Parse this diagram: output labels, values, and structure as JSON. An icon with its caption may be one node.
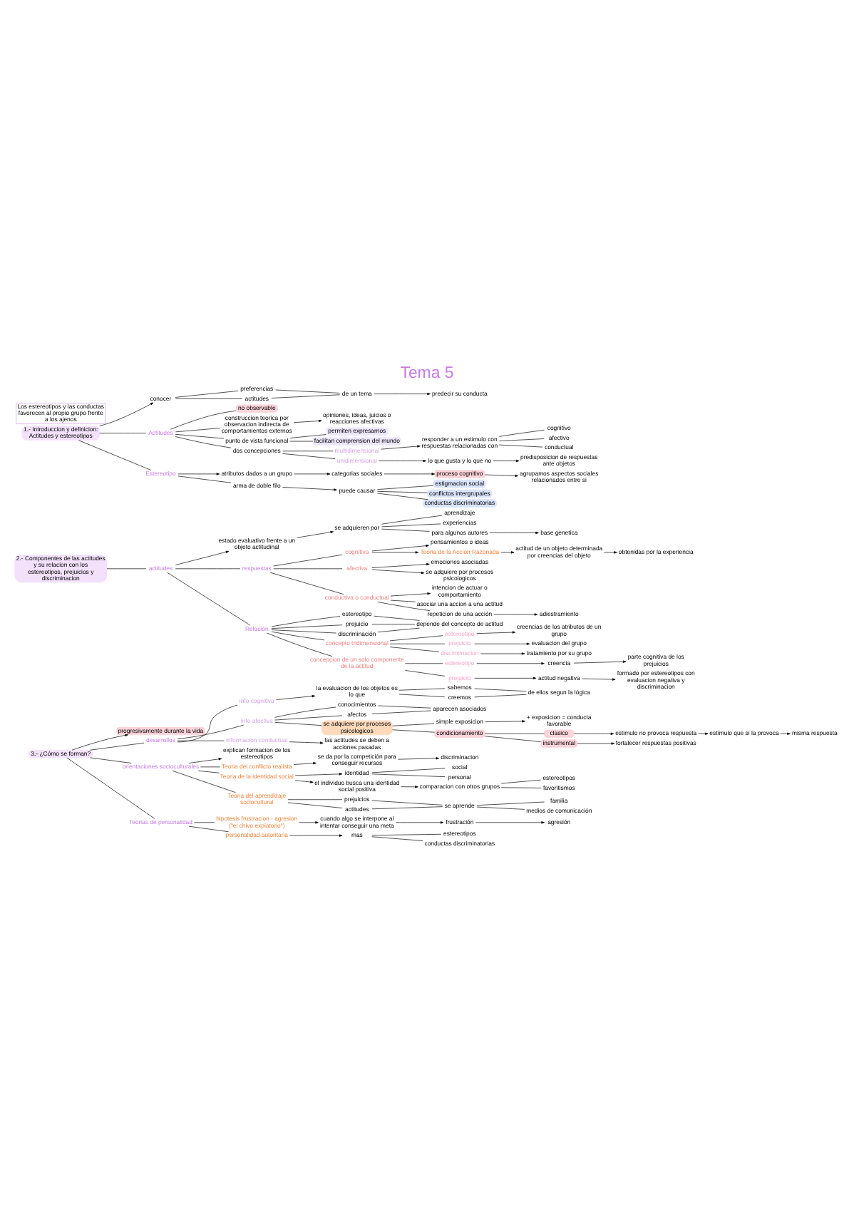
{
  "diagram": {
    "title": "Tema 5",
    "nodes": [
      {
        "text": [
          "1.- Introduccion y definicion: Actitudes y estereotipos"
        ]
      },
      {
        "text": [
          "conocer"
        ]
      },
      {
        "text": [
          "preferencias"
        ]
      },
      {
        "text": [
          "actitudes"
        ]
      },
      {
        "text": [
          "de un tema"
        ]
      },
      {
        "text": [
          "predecir su conducta"
        ]
      },
      {
        "text": [
          "Actitudes"
        ]
      },
      {
        "text": [
          "no observable"
        ]
      },
      {
        "text": [
          "construccion teorica por observacion indirecta de comportamientos externos"
        ]
      },
      {
        "text": [
          "opiniones, ideas, juicios o reacciones afectivas"
        ]
      },
      {
        "text": [
          "punto de vista funcional"
        ]
      },
      {
        "text": [
          "permiten expresarnos"
        ]
      },
      {
        "text": [
          "facilitan comprension del mundo"
        ]
      },
      {
        "text": [
          "dos concepciones"
        ]
      },
      {
        "text": [
          "multidimensional"
        ]
      },
      {
        "text": [
          "responder a un estimulo con respuestas relacionadas con"
        ]
      },
      {
        "text": [
          "cognitivo"
        ]
      },
      {
        "text": [
          "afectivo"
        ]
      },
      {
        "text": [
          "conductual"
        ]
      },
      {
        "text": [
          "unidimensional"
        ]
      },
      {
        "text": [
          "lo que gusta y lo que no"
        ]
      },
      {
        "text": [
          "predisposicion de respuestas ante objetos"
        ]
      },
      {
        "text": [
          "Estereotipo"
        ]
      },
      {
        "text": [
          "atributos dados a un grupo"
        ]
      },
      {
        "text": [
          "categorias sociales"
        ]
      },
      {
        "text": [
          "proceso cognitivo"
        ]
      },
      {
        "text": [
          "agrupamos aspectos sociales relacionados entre si"
        ]
      },
      {
        "text": [
          "arma de doble filo"
        ]
      },
      {
        "text": [
          "puede causar"
        ]
      },
      {
        "text": [
          "estigmacion social"
        ]
      },
      {
        "text": [
          "conflictos intergrupales"
        ]
      },
      {
        "text": [
          "conductas discriminatorias"
        ]
      },
      {
        "text": [
          "Los estereotipos y las conductas favorecen al propio grupo frente a los ajenos"
        ]
      },
      {
        "text": [
          "2.- Componentes de las actitudes y su relacion con los estereotipos, prejuicios y discriminacion"
        ]
      },
      {
        "text": [
          "actitudes"
        ]
      },
      {
        "text": [
          "estado evaluativo frente a un objeto actitudinal"
        ]
      },
      {
        "text": [
          "se adquieren por"
        ]
      },
      {
        "text": [
          "aprendizaje"
        ]
      },
      {
        "text": [
          "experiencias"
        ]
      },
      {
        "text": [
          "para algunos autores"
        ]
      },
      {
        "text": [
          "base genetica"
        ]
      },
      {
        "text": [
          "respuestas"
        ]
      },
      {
        "text": [
          "cognitiva"
        ]
      },
      {
        "text": [
          "pensamientos o ideas"
        ]
      },
      {
        "text": [
          "Teoria de la Accion Razonada"
        ]
      },
      {
        "text": [
          "actitud de un objeto determinada por creencias del objeto"
        ]
      },
      {
        "text": [
          "obtenidas por la experiencia"
        ]
      },
      {
        "text": [
          "afectiva"
        ]
      },
      {
        "text": [
          "emociones asociadas"
        ]
      },
      {
        "text": [
          "se adquiere por procesos psicologicos"
        ]
      },
      {
        "text": [
          "conductiva o conductual"
        ]
      },
      {
        "text": [
          "intencion de actuar o comportamiento"
        ]
      },
      {
        "text": [
          "asociar una accion a una actitud"
        ]
      },
      {
        "text": [
          "repeticion de una acción"
        ]
      },
      {
        "text": [
          "adiestramiento"
        ]
      },
      {
        "text": [
          "Relación"
        ]
      },
      {
        "text": [
          "estereotipo"
        ]
      },
      {
        "text": [
          "prejuicio"
        ]
      },
      {
        "text": [
          "discriminación"
        ]
      },
      {
        "text": [
          "depende del concepto de actitud"
        ]
      },
      {
        "text": [
          "concepto tridimensional"
        ]
      },
      {
        "text": [
          "estereotipo"
        ]
      },
      {
        "text": [
          "creencias de los atributos de un grupo"
        ]
      },
      {
        "text": [
          "prejuicio"
        ]
      },
      {
        "text": [
          "evaluacion del grupo"
        ]
      },
      {
        "text": [
          "discriminacion"
        ]
      },
      {
        "text": [
          "tratamiento por su grupo"
        ]
      },
      {
        "text": [
          "concepcion de un solo componente de la actitud"
        ]
      },
      {
        "text": [
          "estereotipo"
        ]
      },
      {
        "text": [
          "creencia"
        ]
      },
      {
        "text": [
          "parte cognitiva de los prejuicios"
        ]
      },
      {
        "text": [
          "prejuicio"
        ]
      },
      {
        "text": [
          "actitud negativa"
        ]
      },
      {
        "text": [
          "formado por estereotipos con evaluacion negativa y discriminacion"
        ]
      },
      {
        "text": [
          "3.- ¿Cómo se forman?"
        ]
      },
      {
        "text": [
          "progresivamente durante la vida"
        ]
      },
      {
        "text": [
          "desarrollos"
        ]
      },
      {
        "text": [
          "info cognitiva"
        ]
      },
      {
        "text": [
          "la evaluacion de los objetos es lo que"
        ]
      },
      {
        "text": [
          "sabemos"
        ]
      },
      {
        "text": [
          "creemos"
        ]
      },
      {
        "text": [
          "de ellos segun la lógica"
        ]
      },
      {
        "text": [
          "info afectiva"
        ]
      },
      {
        "text": [
          "conocimientos"
        ]
      },
      {
        "text": [
          "afectos"
        ]
      },
      {
        "text": [
          "aparecen asociados"
        ]
      },
      {
        "text": [
          "se adquiere por procesos psicologicos"
        ]
      },
      {
        "text": [
          "simple exposicion"
        ]
      },
      {
        "text": [
          "+ exposicion = conducta favorable"
        ]
      },
      {
        "text": [
          "condicionamiento"
        ]
      },
      {
        "text": [
          "clasico"
        ]
      },
      {
        "text": [
          "estimulo no provoca respuesta"
        ]
      },
      {
        "text": [
          "estímulo que si la provoca"
        ]
      },
      {
        "text": [
          "misma respuesta"
        ]
      },
      {
        "text": [
          "instrumental"
        ]
      },
      {
        "text": [
          "fortalecer respuestas positivas"
        ]
      },
      {
        "text": [
          "informacion conductual"
        ]
      },
      {
        "text": [
          "las actitudes se deben a acciones pasadas"
        ]
      },
      {
        "text": [
          "orientaciones socioculturales"
        ]
      },
      {
        "text": [
          "explican formacion de los estereotipos"
        ]
      },
      {
        "text": [
          "Teoria del conflicto realista"
        ]
      },
      {
        "text": [
          "se da por la competición para conseguir recursos"
        ]
      },
      {
        "text": [
          "discriminacion"
        ]
      },
      {
        "text": [
          "Teoria de la identidad social"
        ]
      },
      {
        "text": [
          "identidad"
        ]
      },
      {
        "text": [
          "social"
        ]
      },
      {
        "text": [
          "personal"
        ]
      },
      {
        "text": [
          "el individuo busca una identidad social positiva"
        ]
      },
      {
        "text": [
          "comparacion con otros grupos"
        ]
      },
      {
        "text": [
          "estereotipos"
        ]
      },
      {
        "text": [
          "favoritismos"
        ]
      },
      {
        "text": [
          "Teoria del aprendizaje sociocultural"
        ]
      },
      {
        "text": [
          "prejuicios"
        ]
      },
      {
        "text": [
          "actitudes"
        ]
      },
      {
        "text": [
          "se aprende"
        ]
      },
      {
        "text": [
          "familia"
        ]
      },
      {
        "text": [
          "medios de comunicación"
        ]
      },
      {
        "text": [
          "Teorias de personalidad"
        ]
      },
      {
        "text": [
          "hipotesis frustracion - agresion"
        ],
        "beside": [
          "(\"el chivo expiatorio\")"
        ]
      },
      {
        "text": [
          "cuando algo se interpone al intentar conseguir una meta"
        ]
      },
      {
        "text": [
          "frustración"
        ]
      },
      {
        "text": [
          "agresión"
        ]
      },
      {
        "text": [
          "personalidad autoritaria"
        ]
      },
      {
        "text": [
          "mas"
        ]
      },
      {
        "text": [
          "estereotipos"
        ]
      },
      {
        "text": [
          "conductas discriminatorias"
        ]
      }
    ],
    "edges": [
      {
        "from": 0,
        "to": 1,
        "arrow": "to"
      },
      {
        "from": 1,
        "to": 2,
        "arrow": "none"
      },
      {
        "from": 1,
        "to": 3,
        "arrow": "none"
      },
      {
        "from": 2,
        "to": 4,
        "arrow": "none"
      },
      {
        "from": 3,
        "to": 4,
        "arrow": "none"
      },
      {
        "from": 4,
        "to": 5,
        "arrow": "to"
      },
      {
        "from": 0,
        "to": 6,
        "arrow": "none"
      },
      {
        "from": 6,
        "to": 7,
        "arrow": "none"
      },
      {
        "from": 6,
        "to": 8,
        "arrow": "none"
      },
      {
        "from": 8,
        "to": 9,
        "arrow": "to"
      },
      {
        "from": 6,
        "to": 10,
        "arrow": "none"
      },
      {
        "from": 10,
        "to": 11,
        "arrow": "none"
      },
      {
        "from": 10,
        "to": 12,
        "arrow": "none"
      },
      {
        "from": 6,
        "to": 13,
        "arrow": "none"
      },
      {
        "from": 13,
        "to": 14,
        "arrow": "none"
      },
      {
        "from": 14,
        "to": 15,
        "arrow": "to"
      },
      {
        "from": 15,
        "to": 16,
        "arrow": "none"
      },
      {
        "from": 15,
        "to": 17,
        "arrow": "none"
      },
      {
        "from": 15,
        "to": 18,
        "arrow": "none"
      },
      {
        "from": 13,
        "to": 19,
        "arrow": "none"
      },
      {
        "from": 19,
        "to": 20,
        "arrow": "to"
      },
      {
        "from": 20,
        "to": 21,
        "arrow": "to"
      },
      {
        "from": 0,
        "to": 22,
        "arrow": "none"
      },
      {
        "from": 22,
        "to": 23,
        "arrow": "to"
      },
      {
        "from": 23,
        "to": 24,
        "arrow": "to"
      },
      {
        "from": 24,
        "to": 25,
        "arrow": "to"
      },
      {
        "from": 25,
        "to": 26,
        "arrow": "to"
      },
      {
        "from": 22,
        "to": 27,
        "arrow": "none"
      },
      {
        "from": 27,
        "to": 28,
        "arrow": "to"
      },
      {
        "from": 28,
        "to": 29,
        "arrow": "none"
      },
      {
        "from": 28,
        "to": 30,
        "arrow": "none"
      },
      {
        "from": 28,
        "to": 31,
        "arrow": "none"
      },
      {
        "from": 33,
        "to": 34,
        "arrow": "none"
      },
      {
        "from": 34,
        "to": 35,
        "arrow": "to"
      },
      {
        "from": 35,
        "to": 36,
        "arrow": "to"
      },
      {
        "from": 36,
        "to": 37,
        "arrow": "none"
      },
      {
        "from": 36,
        "to": 38,
        "arrow": "none"
      },
      {
        "from": 36,
        "to": 39,
        "arrow": "none"
      },
      {
        "from": 39,
        "to": 40,
        "arrow": "to"
      },
      {
        "from": 34,
        "to": 41,
        "arrow": "none"
      },
      {
        "from": 41,
        "to": 42,
        "arrow": "none"
      },
      {
        "from": 42,
        "to": 43,
        "arrow": "to"
      },
      {
        "from": 42,
        "to": 44,
        "arrow": "to"
      },
      {
        "from": 44,
        "to": 45,
        "arrow": "to"
      },
      {
        "from": 45,
        "to": 46,
        "arrow": "to"
      },
      {
        "from": 41,
        "to": 47,
        "arrow": "none"
      },
      {
        "from": 47,
        "to": 48,
        "arrow": "to"
      },
      {
        "from": 47,
        "to": 49,
        "arrow": "to"
      },
      {
        "from": 41,
        "to": 50,
        "arrow": "none"
      },
      {
        "from": 50,
        "to": 51,
        "arrow": "to"
      },
      {
        "from": 50,
        "to": 52,
        "arrow": "none"
      },
      {
        "from": 50,
        "to": 53,
        "arrow": "none"
      },
      {
        "from": 53,
        "to": 54,
        "arrow": "to"
      },
      {
        "from": 34,
        "to": 55,
        "arrow": "none"
      },
      {
        "from": 55,
        "to": 56,
        "arrow": "none"
      },
      {
        "from": 55,
        "to": 57,
        "arrow": "none"
      },
      {
        "from": 55,
        "to": 58,
        "arrow": "none"
      },
      {
        "from": 56,
        "to": 59,
        "arrow": "none"
      },
      {
        "from": 57,
        "to": 59,
        "arrow": "none"
      },
      {
        "from": 58,
        "to": 59,
        "arrow": "none"
      },
      {
        "from": 55,
        "to": 60,
        "arrow": "none"
      },
      {
        "from": 60,
        "to": 61,
        "arrow": "none"
      },
      {
        "from": 61,
        "to": 62,
        "arrow": "to"
      },
      {
        "from": 60,
        "to": 63,
        "arrow": "none"
      },
      {
        "from": 63,
        "to": 64,
        "arrow": "to"
      },
      {
        "from": 60,
        "to": 65,
        "arrow": "none"
      },
      {
        "from": 65,
        "to": 66,
        "arrow": "to"
      },
      {
        "from": 55,
        "to": 67,
        "arrow": "none"
      },
      {
        "from": 67,
        "to": 68,
        "arrow": "none"
      },
      {
        "from": 68,
        "to": 69,
        "arrow": "to"
      },
      {
        "from": 69,
        "to": 70,
        "arrow": "to"
      },
      {
        "from": 67,
        "to": 71,
        "arrow": "none"
      },
      {
        "from": 71,
        "to": 72,
        "arrow": "to"
      },
      {
        "from": 72,
        "to": 73,
        "arrow": "to"
      },
      {
        "from": 74,
        "to": 75,
        "arrow": "to"
      },
      {
        "from": 74,
        "to": 76,
        "arrow": "none"
      },
      {
        "from": 76,
        "to": 77,
        "arrow": "none"
      },
      {
        "from": 77,
        "to": 78,
        "arrow": "to"
      },
      {
        "from": 78,
        "to": 79,
        "arrow": "none"
      },
      {
        "from": 78,
        "to": 80,
        "arrow": "none"
      },
      {
        "from": 79,
        "to": 81,
        "arrow": "none"
      },
      {
        "from": 80,
        "to": 81,
        "arrow": "none"
      },
      {
        "from": 76,
        "to": 82,
        "arrow": "none"
      },
      {
        "from": 82,
        "to": 83,
        "arrow": "none"
      },
      {
        "from": 82,
        "to": 84,
        "arrow": "none"
      },
      {
        "from": 83,
        "to": 85,
        "arrow": "none"
      },
      {
        "from": 84,
        "to": 85,
        "arrow": "none"
      },
      {
        "from": 82,
        "to": 86,
        "arrow": "none"
      },
      {
        "from": 86,
        "to": 87,
        "arrow": "none"
      },
      {
        "from": 87,
        "to": 88,
        "arrow": "to"
      },
      {
        "from": 86,
        "to": 89,
        "arrow": "none"
      },
      {
        "from": 89,
        "to": 90,
        "arrow": "none"
      },
      {
        "from": 90,
        "to": 91,
        "arrow": "to"
      },
      {
        "from": 91,
        "to": 92,
        "arrow": "to"
      },
      {
        "from": 92,
        "to": 93,
        "arrow": "to"
      },
      {
        "from": 89,
        "to": 94,
        "arrow": "none"
      },
      {
        "from": 94,
        "to": 95,
        "arrow": "to"
      },
      {
        "from": 76,
        "to": 96,
        "arrow": "none"
      },
      {
        "from": 96,
        "to": 97,
        "arrow": "to"
      },
      {
        "from": 74,
        "to": 98,
        "arrow": "none"
      },
      {
        "from": 98,
        "to": 99,
        "arrow": "to"
      },
      {
        "from": 98,
        "to": 100,
        "arrow": "none"
      },
      {
        "from": 100,
        "to": 101,
        "arrow": "to"
      },
      {
        "from": 101,
        "to": 102,
        "arrow": "to"
      },
      {
        "from": 98,
        "to": 103,
        "arrow": "none"
      },
      {
        "from": 103,
        "to": 104,
        "arrow": "to"
      },
      {
        "from": 104,
        "to": 105,
        "arrow": "none"
      },
      {
        "from": 104,
        "to": 106,
        "arrow": "none"
      },
      {
        "from": 103,
        "to": 107,
        "arrow": "to"
      },
      {
        "from": 107,
        "to": 108,
        "arrow": "to"
      },
      {
        "from": 108,
        "to": 109,
        "arrow": "none"
      },
      {
        "from": 108,
        "to": 110,
        "arrow": "none"
      },
      {
        "from": 98,
        "to": 111,
        "arrow": "none"
      },
      {
        "from": 111,
        "to": 112,
        "arrow": "none"
      },
      {
        "from": 111,
        "to": 113,
        "arrow": "none"
      },
      {
        "from": 112,
        "to": 114,
        "arrow": "none"
      },
      {
        "from": 113,
        "to": 114,
        "arrow": "none"
      },
      {
        "from": 114,
        "to": 115,
        "arrow": "none"
      },
      {
        "from": 114,
        "to": 116,
        "arrow": "none"
      },
      {
        "from": 74,
        "to": 117,
        "arrow": "none"
      },
      {
        "from": 117,
        "to": 118,
        "arrow": "none"
      },
      {
        "from": 118,
        "to": 119,
        "arrow": "to"
      },
      {
        "from": 119,
        "to": 120,
        "arrow": "to"
      },
      {
        "from": 120,
        "to": 121,
        "arrow": "to"
      },
      {
        "from": 117,
        "to": 122,
        "arrow": "none"
      },
      {
        "from": 122,
        "to": 123,
        "arrow": "to"
      },
      {
        "from": 123,
        "to": 124,
        "arrow": "none"
      },
      {
        "from": 123,
        "to": 125,
        "arrow": "none"
      }
    ]
  }
}
